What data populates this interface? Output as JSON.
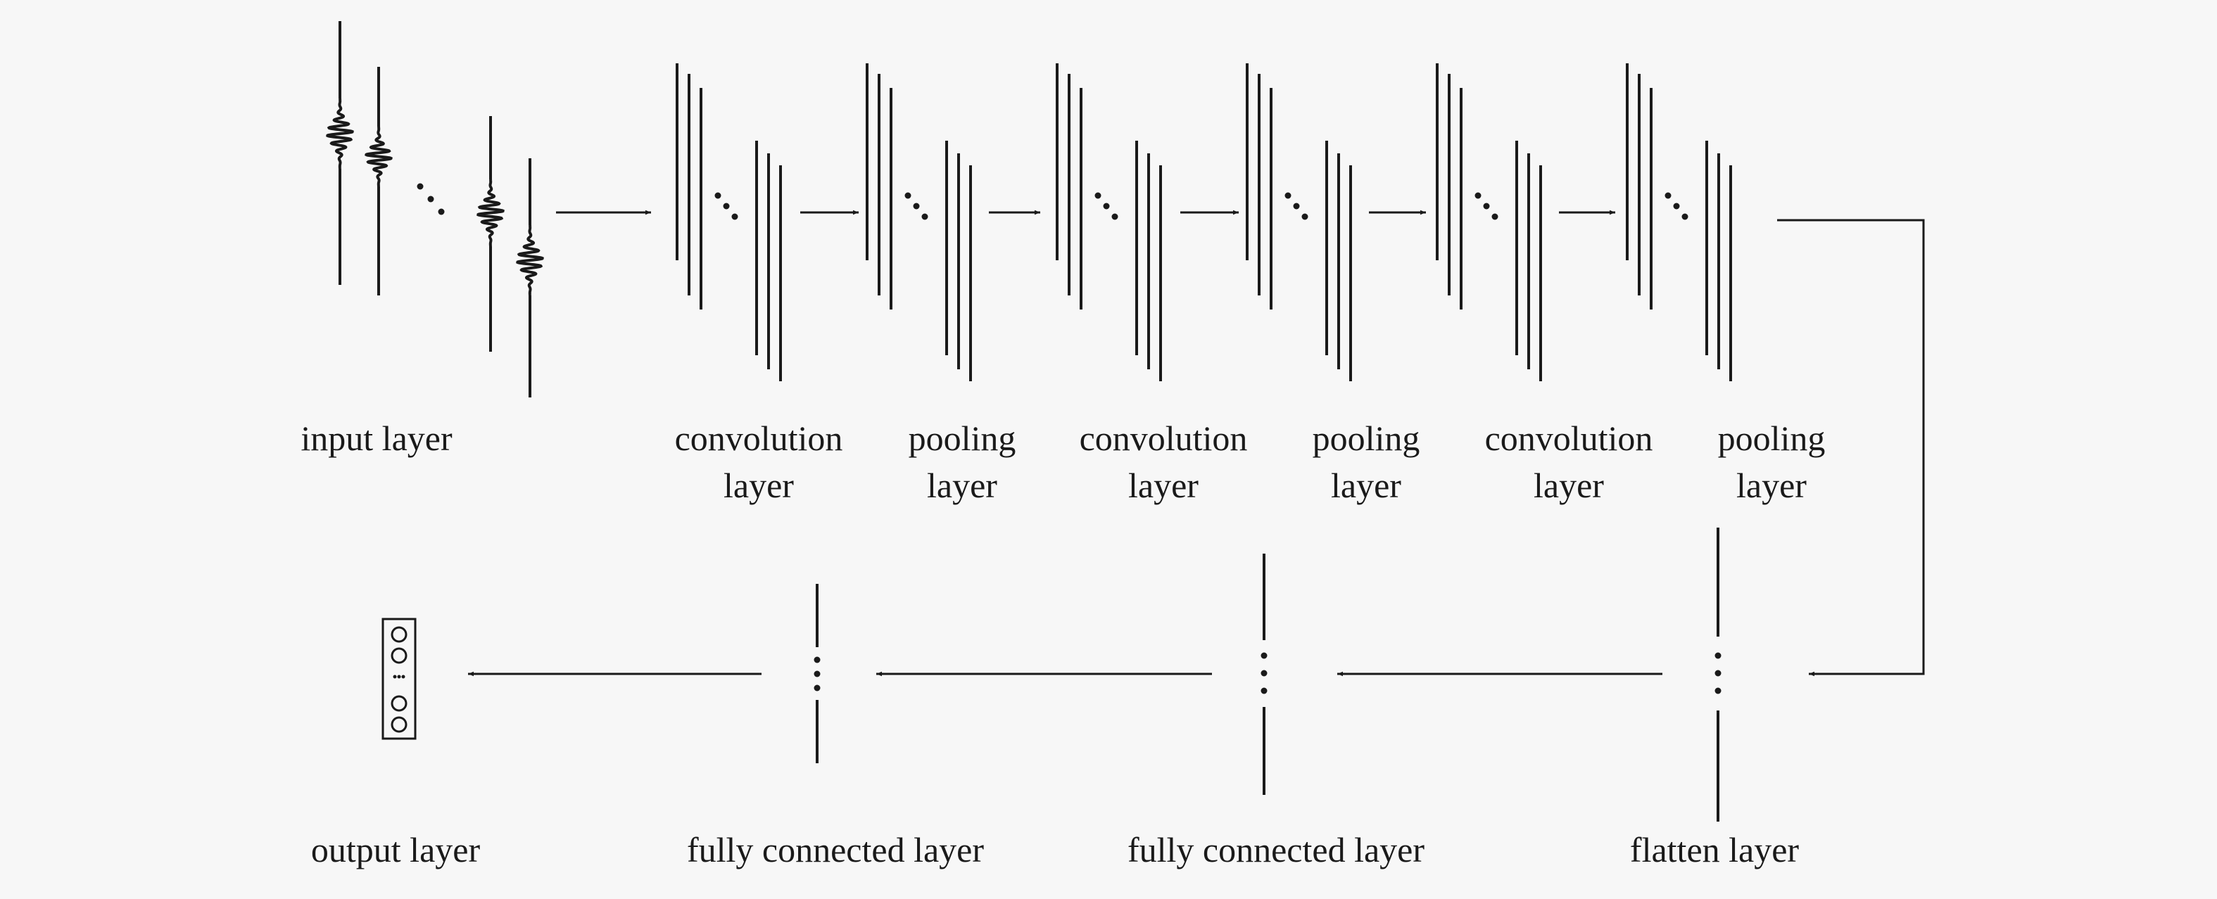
{
  "labels": {
    "input": "input layer",
    "conv1_line1": "convolution",
    "conv1_line2": "layer",
    "pool1_line1": "pooling",
    "pool1_line2": "layer",
    "conv2_line1": "convolution",
    "conv2_line2": "layer",
    "pool2_line1": "pooling",
    "pool2_line2": "layer",
    "conv3_line1": "convolution",
    "conv3_line2": "layer",
    "pool3_line1": "pooling",
    "pool3_line2": "layer",
    "output": "output layer",
    "fc2": "fully connected layer",
    "fc1": "fully connected layer",
    "flatten": "flatten layer"
  }
}
